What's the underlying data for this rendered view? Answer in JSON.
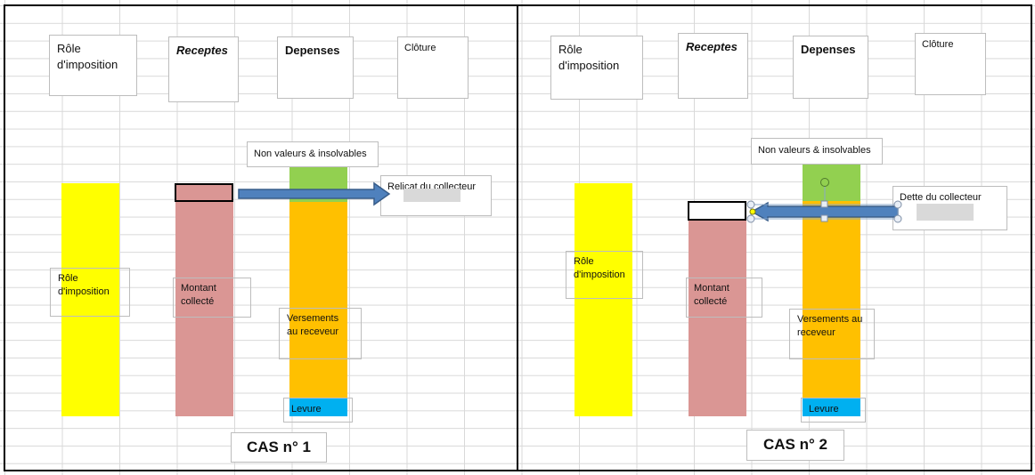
{
  "colors": {
    "role": "#ffff00",
    "receptes": "#da9694",
    "depenses": "#ffc000",
    "non_valeurs": "#92d050",
    "levure": "#00b0f0",
    "arrow": "#4f81bd",
    "arrow_dark": "#385d8a",
    "gray_cell": "#d9d9d9"
  },
  "case1": {
    "headers": {
      "role": "Rôle\nd'imposition",
      "receptes": "Receptes",
      "depenses": "Depenses",
      "cloture": "Clôture"
    },
    "non_valeurs_label": "Non valeurs & insolvables",
    "relicat_label": "Relicat du collecteur",
    "role_label": "Rôle\nd'imposition",
    "montant_label": "Montant\ncollecté",
    "versements_label": "Versements\nau receveur",
    "levure_label": "Levure",
    "cas_label": "CAS n° 1",
    "arrow_icon": "right-arrow-icon"
  },
  "case2": {
    "headers": {
      "role": "Rôle\nd'imposition",
      "receptes": "Receptes",
      "depenses": "Depenses",
      "cloture": "Clôture"
    },
    "non_valeurs_label": "Non valeurs & insolvables",
    "dette_label": "Dette du collecteur",
    "role_label": "Rôle\nd'imposition",
    "montant_label": "Montant\ncollecté",
    "versements_label": "Versements au\nreceveur",
    "levure_label": "Levure",
    "cas_label": "CAS n° 2",
    "arrow_icon": "left-arrow-icon"
  }
}
